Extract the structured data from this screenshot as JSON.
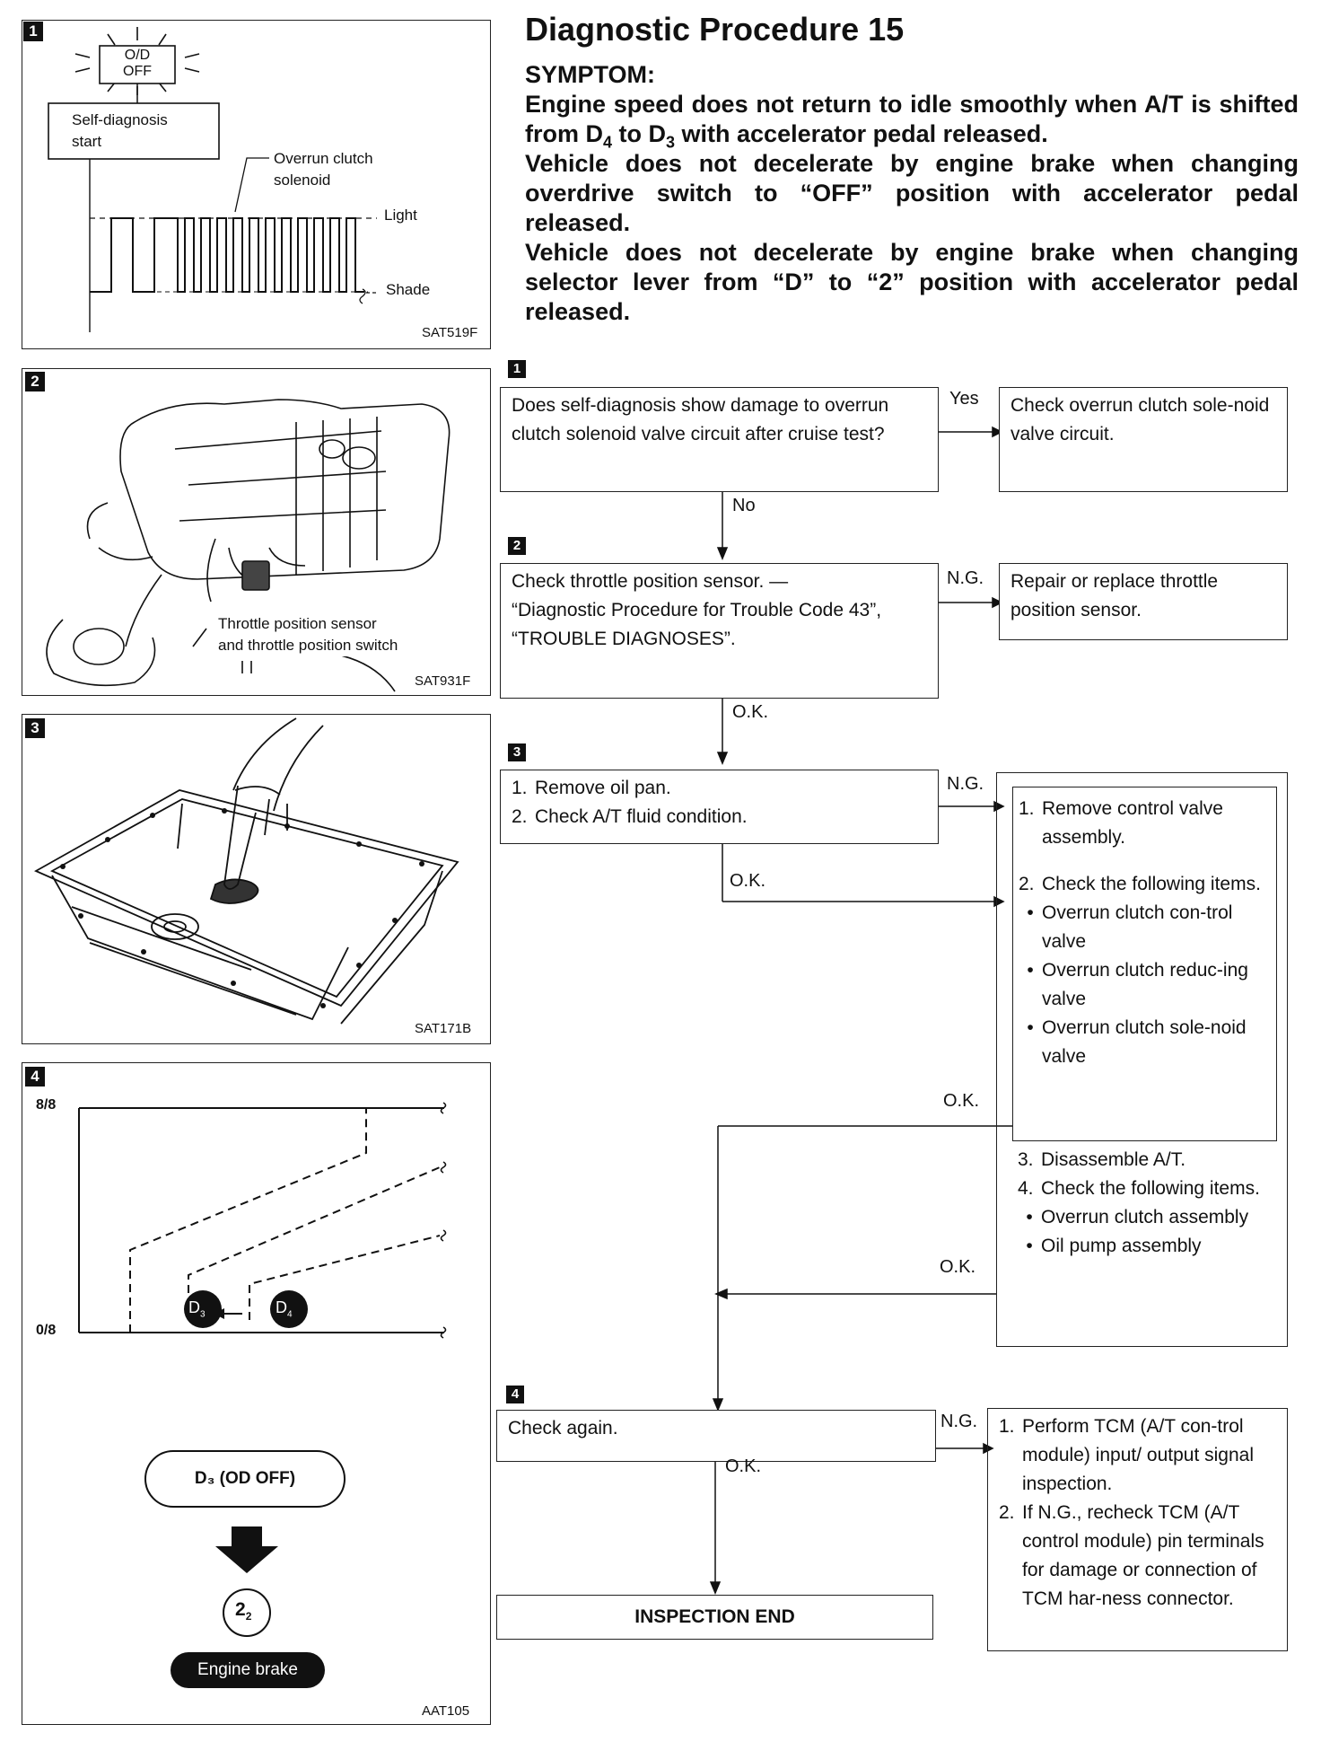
{
  "title": "Diagnostic Procedure 15",
  "symptom_heading": "SYMPTOM:",
  "symptoms": [
    "Engine speed does not return to idle smoothly when A/T is shifted from D",
    "4",
    " to D",
    "3",
    " with accelerator pedal released.",
    "Vehicle does not decelerate by engine brake when changing overdrive switch to “OFF” position with accelerator pedal released.",
    "Vehicle does not decelerate by engine brake when changing selector lever from “D” to “2” position with accelerator pedal released."
  ],
  "panels": {
    "p1": {
      "badge": "1",
      "code": "SAT519F",
      "lamp_line1": "O/D",
      "lamp_line2": "OFF",
      "self_diag_line1": "Self-diagnosis",
      "self_diag_line2": "start",
      "solenoid_line1": "Overrun clutch",
      "solenoid_line2": "solenoid",
      "light": "Light",
      "shade": "Shade"
    },
    "p2": {
      "badge": "2",
      "code": "SAT931F",
      "caption_line1": "Throttle position sensor",
      "caption_line2": "and throttle position switch"
    },
    "p3": {
      "badge": "3",
      "code": "SAT171B"
    },
    "p4": {
      "badge": "4",
      "code": "AAT105",
      "y_top": "8/8",
      "y_bottom": "0/8",
      "d3": "D",
      "d3_sub": "3",
      "d4": "D",
      "d4_sub": "4",
      "od_off": "D₃ (OD OFF)",
      "two": "2",
      "two_sub": "2",
      "engine_brake": "Engine brake"
    }
  },
  "flow": {
    "step1": {
      "badge": "1",
      "question": "Does self-diagnosis show damage to overrun clutch solenoid valve circuit after cruise test?",
      "yes": "Yes",
      "yes_action": "Check overrun clutch sole-noid valve circuit.",
      "no": "No"
    },
    "step2": {
      "badge": "2",
      "check_line1": "Check throttle position sensor. —",
      "check_line2": "“Diagnostic Procedure for Trouble Code 43”, “TROUBLE DIAGNOSES”.",
      "ng": "N.G.",
      "ng_action": "Repair or replace throttle position sensor.",
      "ok": "O.K."
    },
    "step3": {
      "badge": "3",
      "items": [
        "Remove oil pan.",
        "Check A/T fluid condition."
      ],
      "ng": "N.G.",
      "ok": "O.K.",
      "inner_items": [
        "Remove control valve assembly.",
        "Check the following items."
      ],
      "inner_bullets": [
        "Overrun clutch con-trol valve",
        "Overrun clutch reduc-ing valve",
        "Overrun clutch sole-noid valve"
      ],
      "ok_inner": "O.K.",
      "outer_items": [
        "Disassemble A/T.",
        "Check the following items."
      ],
      "outer_bullets": [
        "Overrun clutch assembly",
        "Oil pump assembly"
      ],
      "ok_outer": "O.K."
    },
    "step4": {
      "badge": "4",
      "check": "Check again.",
      "ng": "N.G.",
      "ok": "O.K.",
      "ng_items": [
        "Perform TCM (A/T con-trol module) input/ output signal inspection.",
        "If N.G., recheck TCM (A/T control module) pin terminals for damage or connection of TCM har-ness connector."
      ]
    },
    "end": "INSPECTION END"
  }
}
